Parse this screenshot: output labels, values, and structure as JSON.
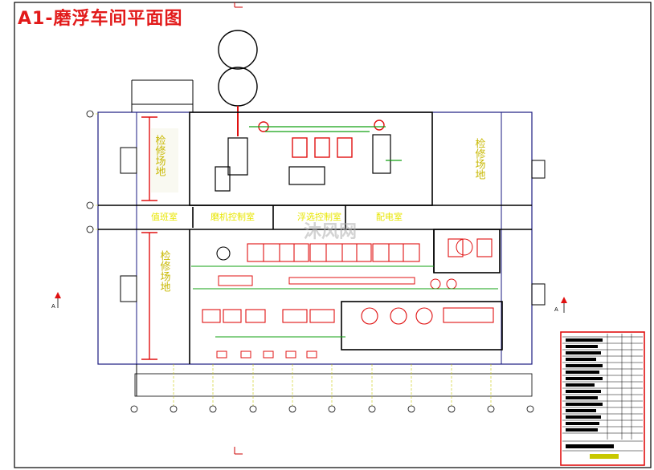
{
  "title": "A1-磨浮车间平面图",
  "rooms": {
    "top_left": "检修场地",
    "top_right": "检修场地",
    "bottom_left": "检修场地",
    "mid_1": "值班室",
    "mid_2": "磨机控制室",
    "mid_3": "浮选控制室",
    "mid_4": "配电室"
  },
  "section_markers": [
    "A",
    "A"
  ],
  "watermark": "沐风网",
  "colors": {
    "outline": "#1a1a80",
    "wall": "#000000",
    "equipment": "#e01010",
    "pipe": "#10a010",
    "label": "#e8e600",
    "grid": "#c8c800"
  }
}
